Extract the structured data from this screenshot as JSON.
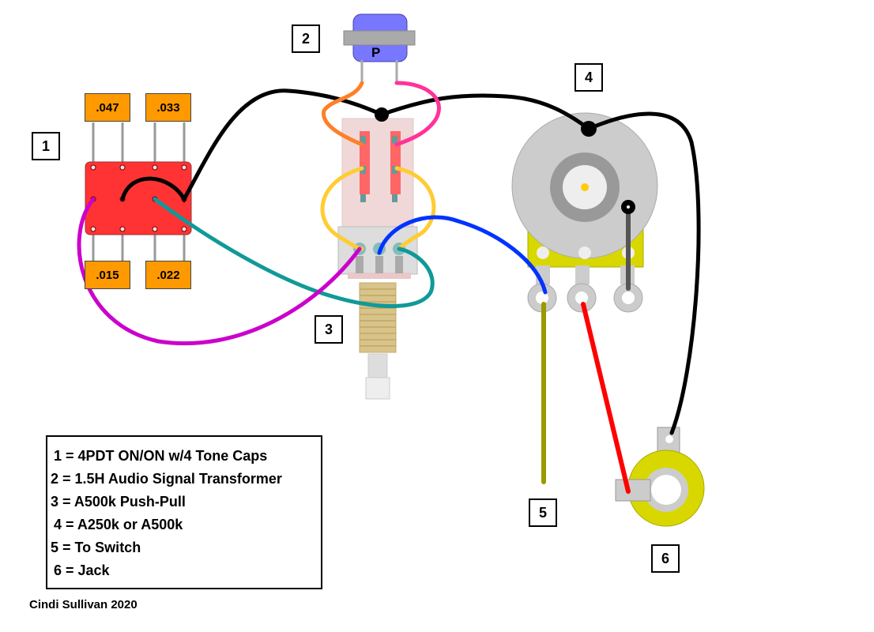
{
  "diagram": {
    "labels": [
      "1",
      "2",
      "3",
      "4",
      "5",
      "6"
    ],
    "capacitors": [
      ".047",
      ".033",
      ".015",
      ".022"
    ],
    "transformer_mark": "P",
    "legend": [
      "1 = 4PDT ON/ON w/4 Tone Caps",
      "2 = 1.5H Audio Signal Transformer",
      "3 = A500k Push-Pull",
      "4 = A250k or A500k",
      "5 = To Switch",
      "6 = Jack"
    ],
    "credit": "Cindi Sullivan 2020"
  },
  "colors": {
    "switch_body": "#ff3333",
    "capacitor": "#ff9900",
    "transformer": "#7777ff",
    "pot_lugs": "#d8d800",
    "wire_black": "#000000",
    "wire_orange": "#ff7f27",
    "wire_pink": "#ff3399",
    "wire_yellow": "#ffcc33",
    "wire_blue": "#0033ff",
    "wire_teal": "#119999",
    "wire_magenta": "#cc00cc",
    "wire_olive": "#999900",
    "wire_red": "#ff0000"
  }
}
